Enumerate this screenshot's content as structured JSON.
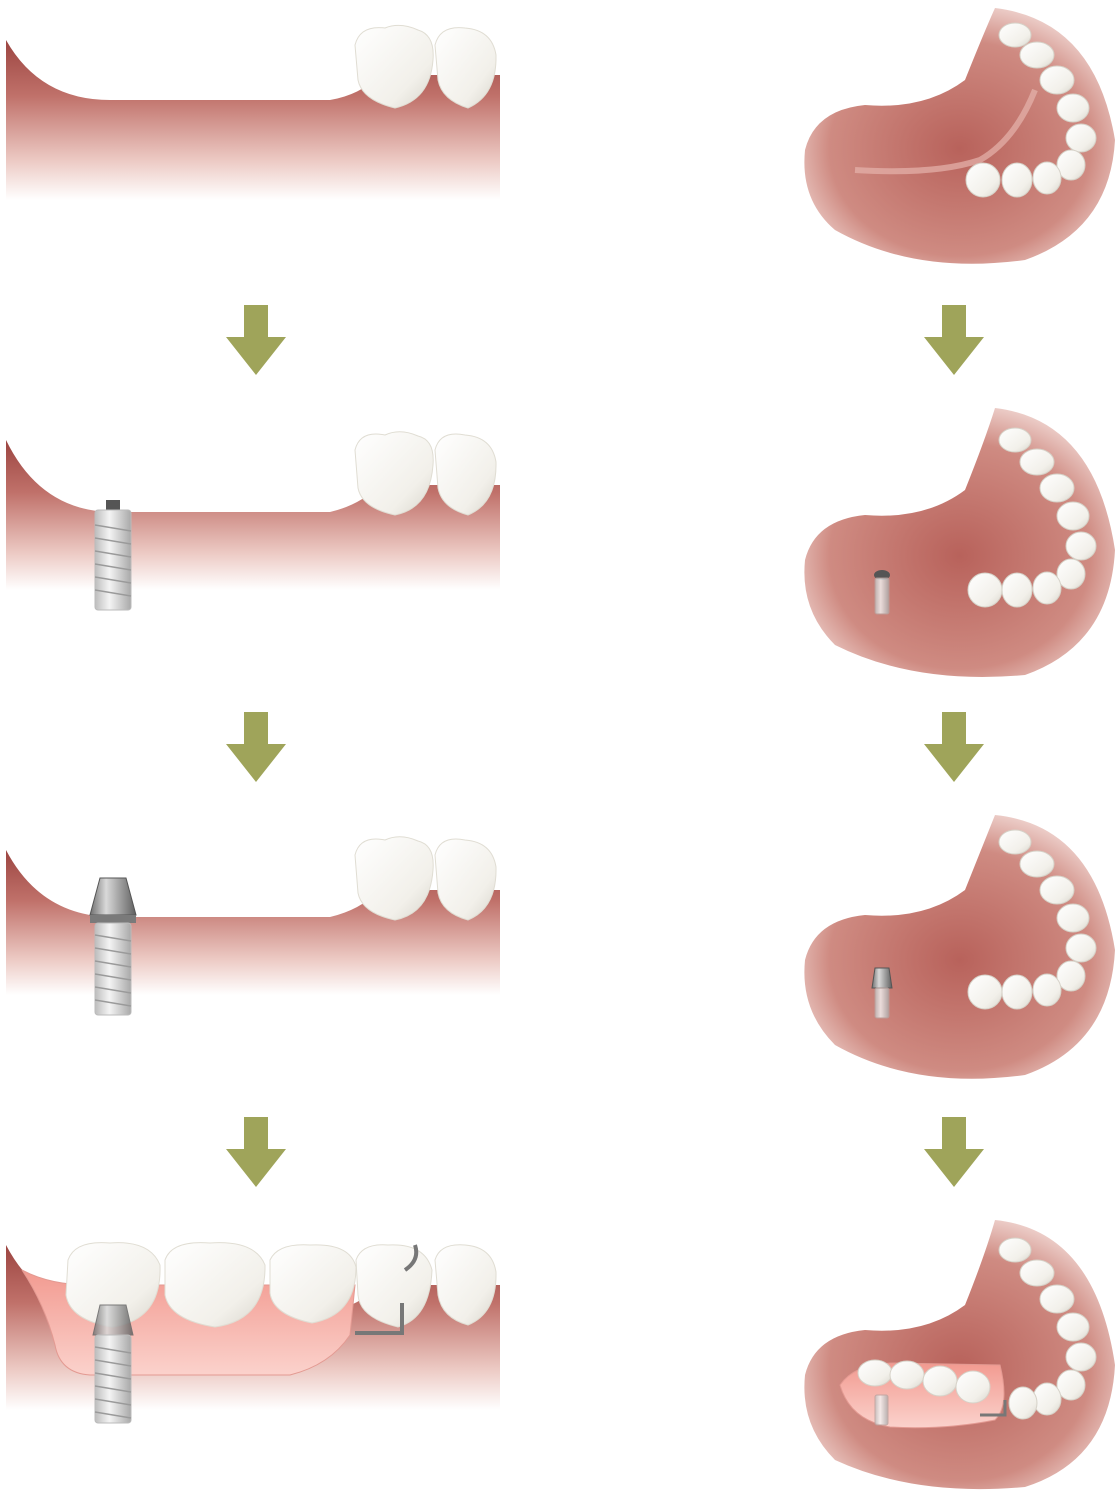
{
  "colors": {
    "arrow": "#9fa45a",
    "gum_dark": "#a8524e",
    "gum_mid": "#c97e74",
    "gum_light": "#f6e6e3",
    "tooth": "#f8f7f2",
    "implant": "#cfcfcf",
    "abutment": "#8a8a8a",
    "denture_gum": "#f4b2aa"
  },
  "icons": {
    "arrow": "down-arrow-icon"
  },
  "steps": [
    {
      "stage": "missing-teeth",
      "implant": false,
      "abutment": false,
      "denture": false
    },
    {
      "stage": "implant-placed",
      "implant": true,
      "abutment": false,
      "denture": false
    },
    {
      "stage": "abutment-attached",
      "implant": true,
      "abutment": true,
      "denture": false
    },
    {
      "stage": "partial-denture-fitted",
      "implant": true,
      "abutment": true,
      "denture": true
    }
  ]
}
